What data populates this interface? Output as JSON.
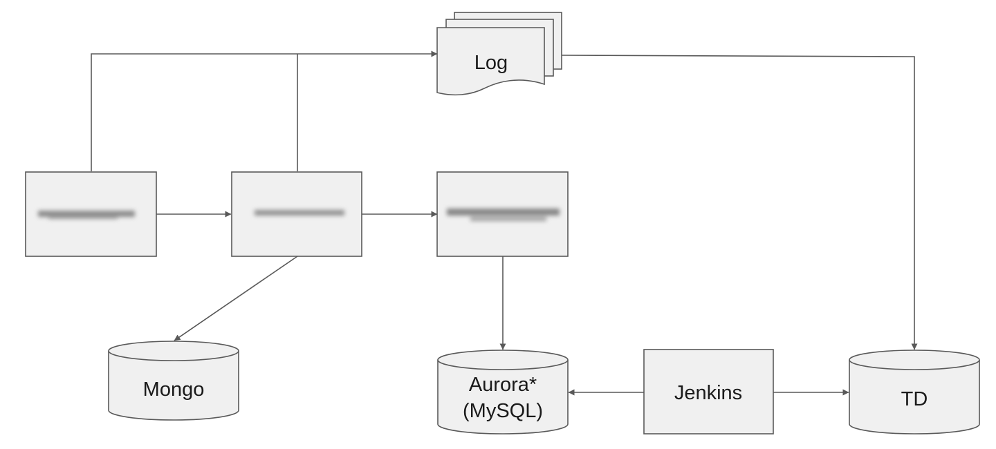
{
  "diagram": {
    "nodes": {
      "log": {
        "label": "Log",
        "shape": "document-stack"
      },
      "box1": {
        "label": "",
        "shape": "rectangle",
        "text_obscured": true
      },
      "box2": {
        "label": "",
        "shape": "rectangle",
        "text_obscured": true
      },
      "box3": {
        "label": "",
        "shape": "rectangle",
        "text_obscured": true
      },
      "mongo": {
        "label": "Mongo",
        "shape": "cylinder"
      },
      "aurora": {
        "label_line1": "Aurora*",
        "label_line2": "(MySQL)",
        "shape": "cylinder"
      },
      "jenkins": {
        "label": "Jenkins",
        "shape": "rectangle"
      },
      "td": {
        "label": "TD",
        "shape": "cylinder"
      }
    },
    "edges": [
      {
        "from": "box1",
        "to": "log"
      },
      {
        "from": "box2",
        "to": "log"
      },
      {
        "from": "log",
        "to": "td"
      },
      {
        "from": "box1",
        "to": "box2"
      },
      {
        "from": "box2",
        "to": "box3"
      },
      {
        "from": "box2",
        "to": "mongo"
      },
      {
        "from": "box3",
        "to": "aurora"
      },
      {
        "from": "jenkins",
        "to": "aurora"
      },
      {
        "from": "jenkins",
        "to": "td"
      }
    ],
    "colors": {
      "fill": "#f0f0f0",
      "stroke": "#595959",
      "text": "#1a1a1a"
    }
  }
}
